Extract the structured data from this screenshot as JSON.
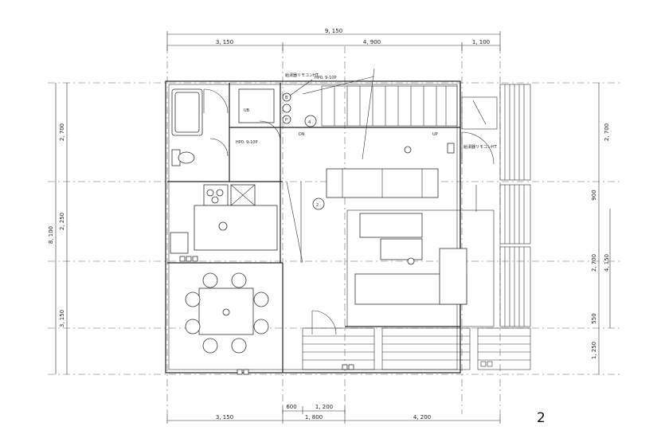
{
  "page_number": "2",
  "dimensions": {
    "top_total": "9, 150",
    "top_segments": [
      "3, 150",
      "4, 900",
      "1, 100"
    ],
    "bottom_row1": [
      "600",
      "1, 200"
    ],
    "bottom_row2": [
      "3, 150",
      "1, 800",
      "4, 200"
    ],
    "left_total": "8, 100",
    "left_segments": [
      "2, 700",
      "2, 250",
      "3, 150"
    ],
    "right_outer": [
      "2, 700",
      "900",
      "2, 700",
      "550",
      "1, 250"
    ],
    "right_inner": "4, 150"
  },
  "annotations": {
    "hp_top": "HP0. 9-10P",
    "hp_mid": "HP0. 9-10P",
    "note_top": "給湯器リモコンHT",
    "note_right": "給湯器リモコンHT",
    "dn": "DN",
    "up": "UP",
    "room_4": "4",
    "room_2": "2",
    "mark_b": "B",
    "mark_p": "P",
    "small_label": "UB"
  }
}
